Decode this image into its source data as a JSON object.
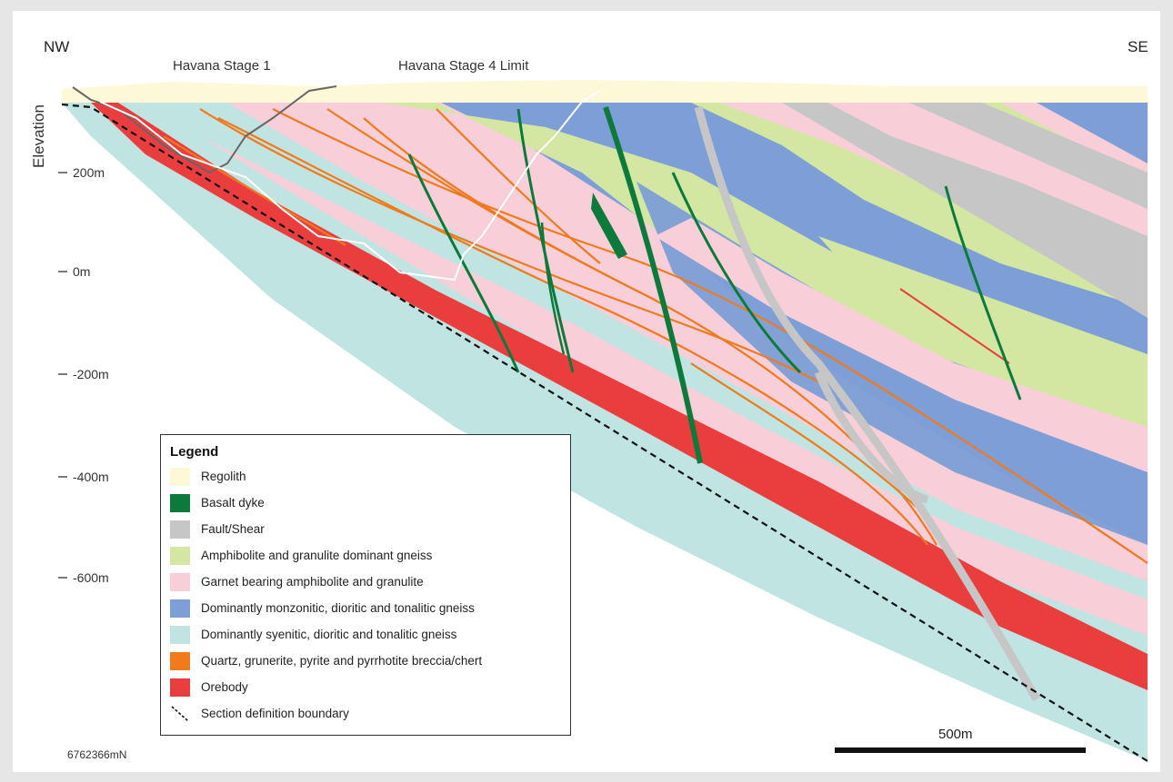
{
  "orientation": {
    "left": "NW",
    "right": "SE"
  },
  "pit_labels": {
    "stage1": "Havana Stage 1",
    "stage4": "Havana Stage 4 Limit"
  },
  "axis": {
    "title": "Elevation",
    "ticks": [
      "200m",
      "0m",
      "-200m",
      "-400m",
      "-600m"
    ]
  },
  "northing": "6762366mN",
  "scale_bar": {
    "label": "500m"
  },
  "legend": {
    "title": "Legend",
    "items": [
      {
        "label": "Regolith",
        "color": "#fdf8d8"
      },
      {
        "label": "Basalt dyke",
        "color": "#0b7a3a"
      },
      {
        "label": "Fault/Shear",
        "color": "#c6c6c6"
      },
      {
        "label": "Amphibolite and granulite dominant gneiss",
        "color": "#d3e6a2"
      },
      {
        "label": "Garnet bearing amphibolite and granulite",
        "color": "#f8cfd8"
      },
      {
        "label": "Dominantly monzonitic, dioritic and tonalitic gneiss",
        "color": "#7d9ed6"
      },
      {
        "label": "Dominantly syenitic, dioritic and tonalitic gneiss",
        "color": "#bfe4e2"
      },
      {
        "label": "Quartz, grunerite, pyrite and pyrrhotite breccia/chert",
        "color": "#f07a1c"
      },
      {
        "label": "Orebody",
        "color": "#ea3e3e"
      },
      {
        "label": "Section definition boundary",
        "icon": "dashed-line-icon"
      }
    ]
  }
}
